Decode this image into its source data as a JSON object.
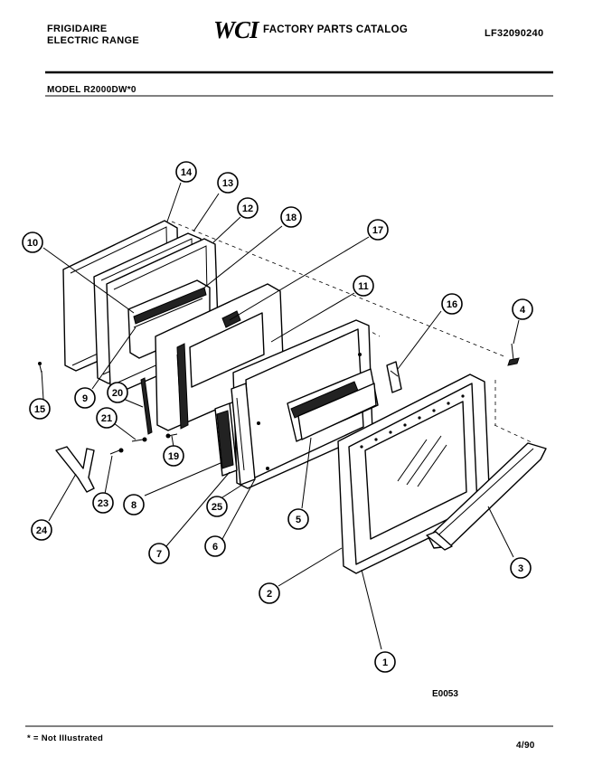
{
  "header": {
    "brand_line1": "FRIGIDAIRE",
    "brand_line2": "ELECTRIC RANGE",
    "logo_text": "WCI",
    "catalog_title": "FACTORY PARTS CATALOG",
    "catalog_number": "LF32090240"
  },
  "model": "MODEL R2000DW*0",
  "callouts": [
    "14",
    "13",
    "12",
    "18",
    "17",
    "10",
    "11",
    "16",
    "4",
    "9",
    "20",
    "15",
    "21",
    "19",
    "8",
    "7",
    "25",
    "6",
    "5",
    "24",
    "23",
    "2",
    "1",
    "3"
  ],
  "drawing_code": "E0053",
  "footer": {
    "footnote": "* = Not Illustrated",
    "date": "4/90"
  }
}
